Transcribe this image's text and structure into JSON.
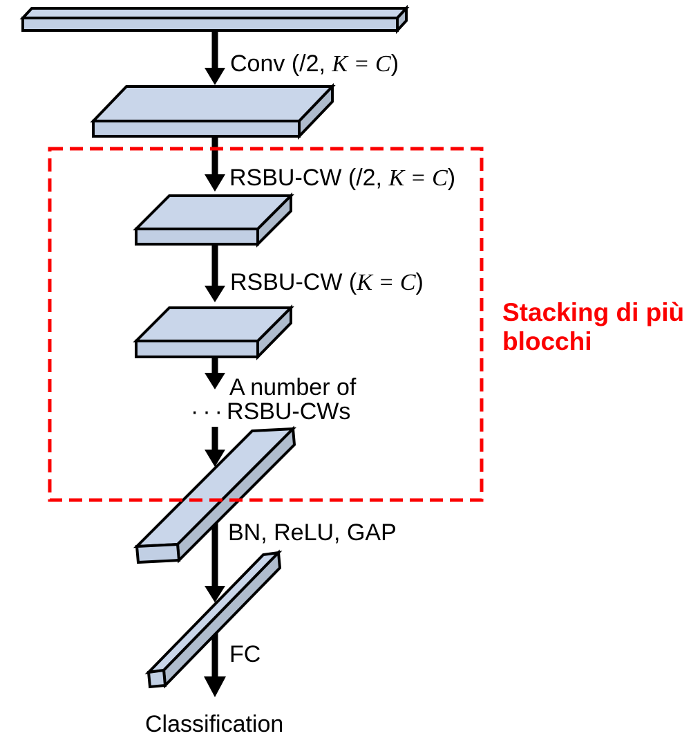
{
  "figure": {
    "annotations": {
      "conv": {
        "pre": "Conv (/2, ",
        "math": "K = C",
        "post": ")"
      },
      "rsbu_half": {
        "pre": "RSBU-CW (/2, ",
        "math": "K = C",
        "post": ")"
      },
      "rsbu": {
        "pre": "RSBU-CW (",
        "math": "K = C",
        "post": ")"
      },
      "number_line1": "A number of",
      "number_dots": "···",
      "number_line2": "RSBU-CWs",
      "bn_relu_gap": "BN, ReLU, GAP",
      "fc": "FC",
      "classification": "Classification"
    },
    "callout": {
      "line1": "Stacking di più",
      "line2": "blocchi"
    }
  },
  "colors": {
    "ink": "#000000",
    "accent_red": "#fb0000",
    "face_top": "#c9d6ea",
    "face_front": "#c1cfe4",
    "face_side": "#afbccd",
    "background": "#ffffff"
  }
}
